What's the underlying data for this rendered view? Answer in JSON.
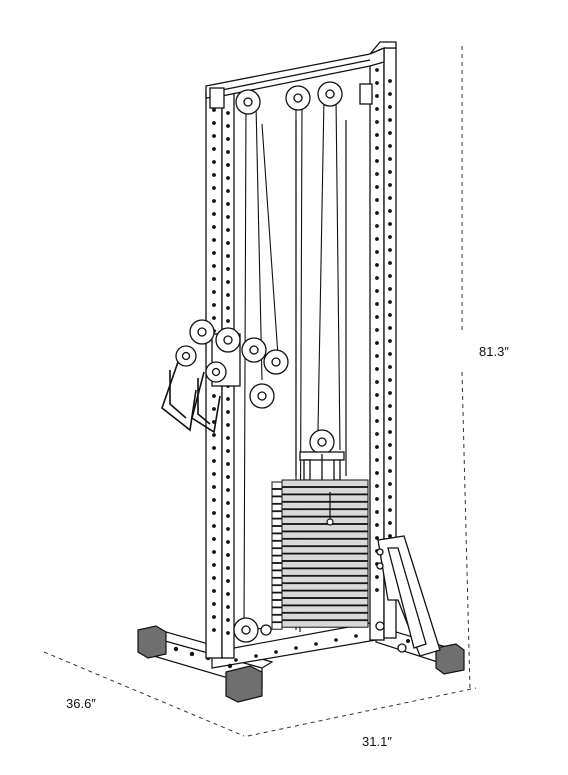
{
  "dimensions": {
    "height": "81.3″",
    "depth": "36.6″",
    "width": "31.1″"
  },
  "colors": {
    "line": "#111111",
    "fill": "#ffffff",
    "plate_fill": "#d9d9d9",
    "foot_fill": "#6f6f6f"
  }
}
